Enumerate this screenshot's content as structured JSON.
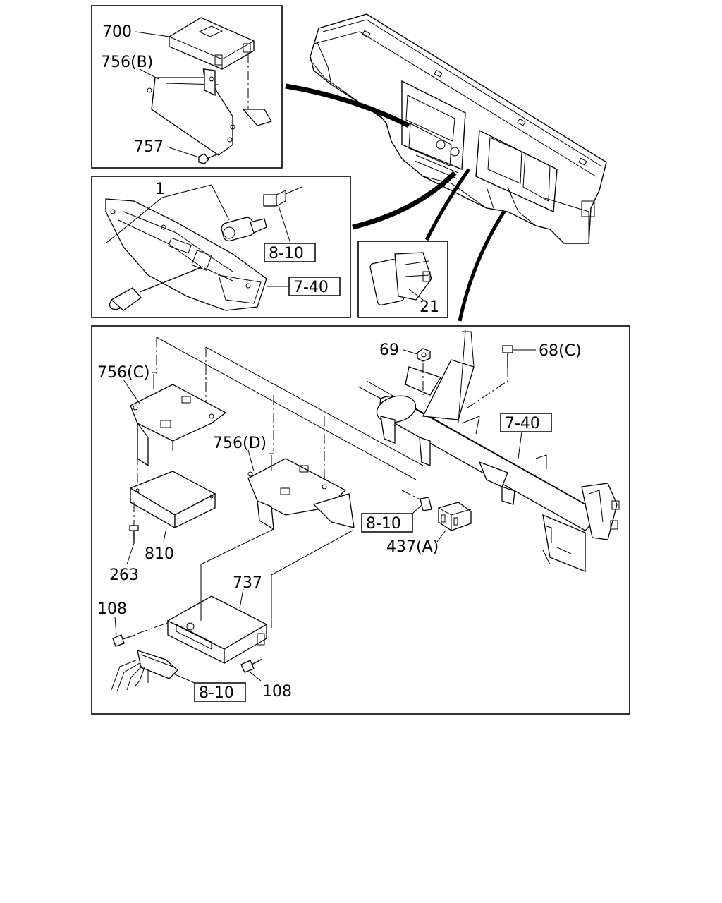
{
  "callouts": {
    "part_700": "700",
    "part_756b": "756(B)",
    "part_757": "757",
    "part_1": "1",
    "ref_8_10_top": "8-10",
    "ref_7_40_mid": "7-40",
    "part_21": "21",
    "part_69": "69",
    "part_68c": "68(C)",
    "part_756c": "756(C)",
    "ref_7_40_bottom": "7-40",
    "part_756d": "756(D)",
    "ref_8_10_middle": "8-10",
    "part_437a": "437(A)",
    "part_810": "810",
    "part_263": "263",
    "part_737": "737",
    "part_108_left": "108",
    "part_108_right": "108",
    "ref_8_10_bottom": "8-10"
  },
  "colors": {
    "line": "#000000",
    "background": "#ffffff"
  }
}
